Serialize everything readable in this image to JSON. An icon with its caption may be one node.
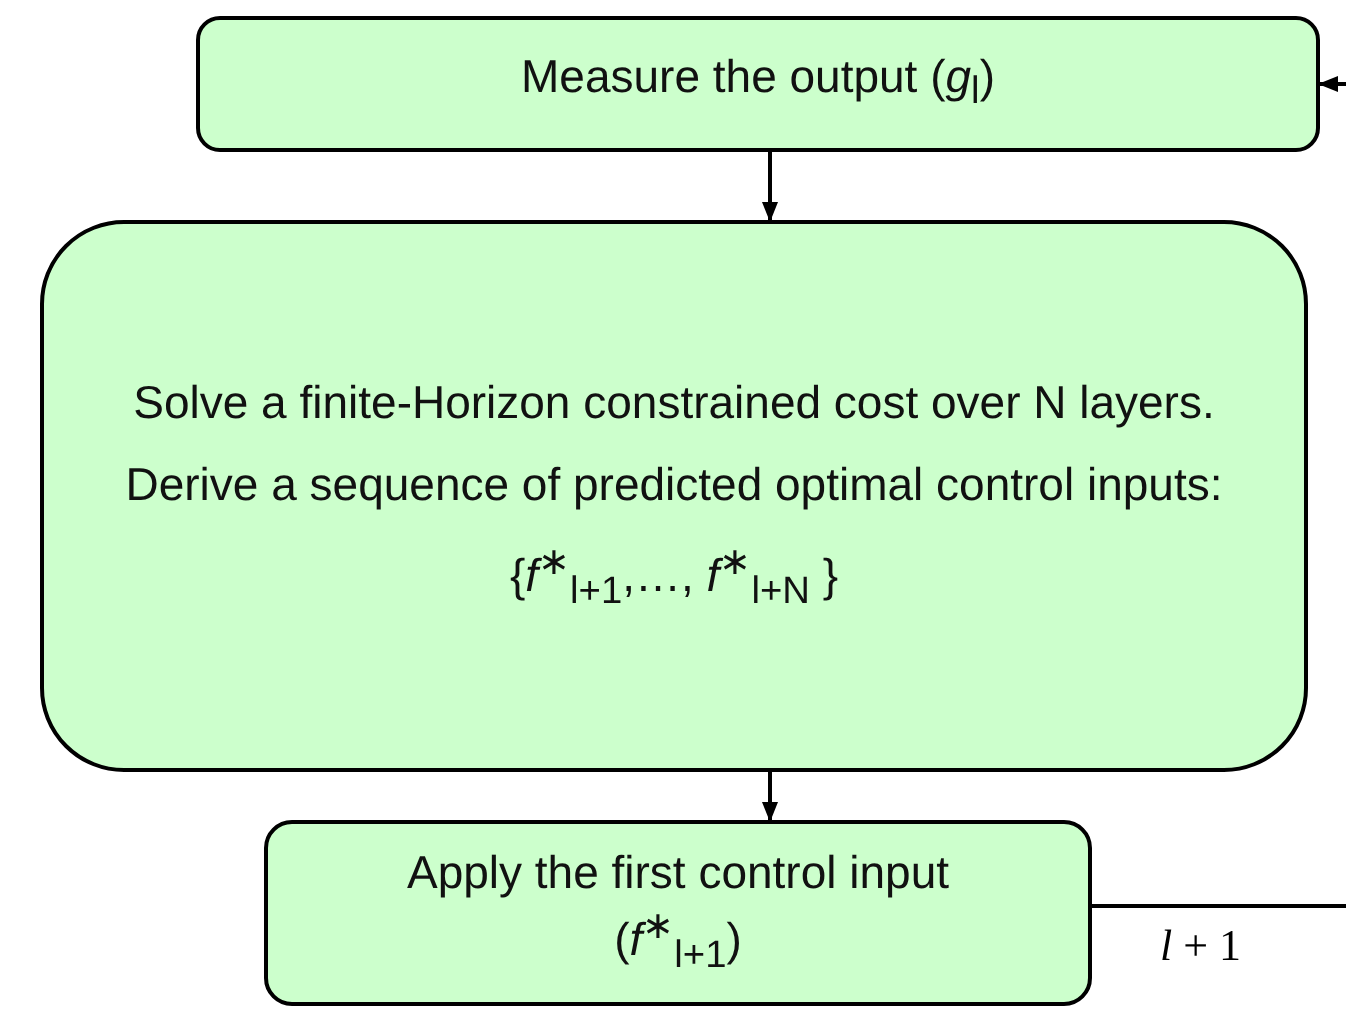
{
  "diagram": {
    "nodes": [
      {
        "text": [
          "Measure the output (*g*$_{l}$)"
        ]
      },
      {
        "text": [
          "Solve a finite-Horizon constrained cost over N layers.",
          "Derive a sequence of predicted optimal control inputs:",
          "{*f*$^{∗}$$_{l+1}$,…, *f*$^{∗}$$_{l+N}$ }"
        ]
      },
      {
        "text": [
          "Apply the first control input",
          "(*f*$^{∗}$$_{l+1}$)"
        ]
      }
    ],
    "edges": [
      {
        "from": 0,
        "to": 1,
        "arrow": "to"
      },
      {
        "from": 1,
        "to": 2,
        "arrow": "to"
      },
      {
        "from": 2,
        "to": null,
        "arrow": "none",
        "label": "*l* + 1"
      },
      {
        "from": null,
        "to": 0,
        "arrow": "to"
      }
    ]
  }
}
